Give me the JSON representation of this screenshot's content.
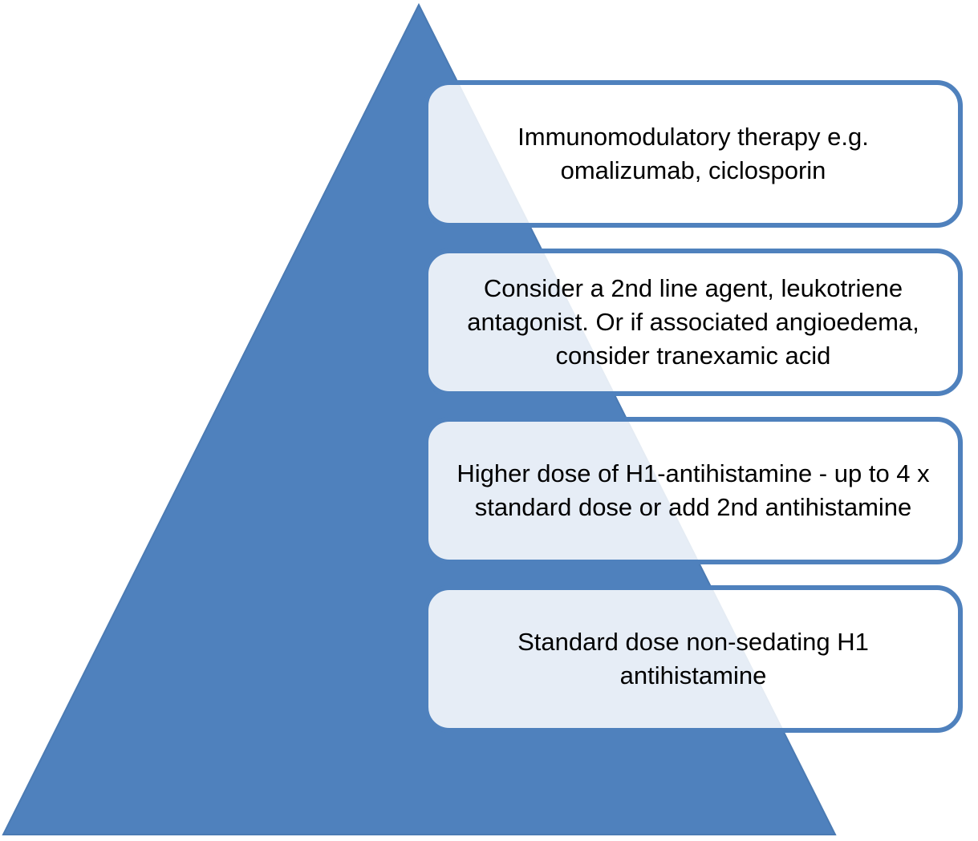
{
  "colors": {
    "pyramid_fill": "#4f81bd",
    "box_border": "#4f81bd",
    "box_fill": "#ffffff",
    "text": "#000000"
  },
  "tiers": [
    {
      "label": "Immunomodulatory therapy e.g. omalizumab, ciclosporin"
    },
    {
      "label": "Consider a 2nd line agent, leukotriene antagonist. Or if associated angioedema, consider tranexamic acid"
    },
    {
      "label": "Higher dose of H1-antihistamine - up to 4 x standard dose or add 2nd antihistamine"
    },
    {
      "label": "Standard dose non-sedating H1 antihistamine"
    }
  ]
}
